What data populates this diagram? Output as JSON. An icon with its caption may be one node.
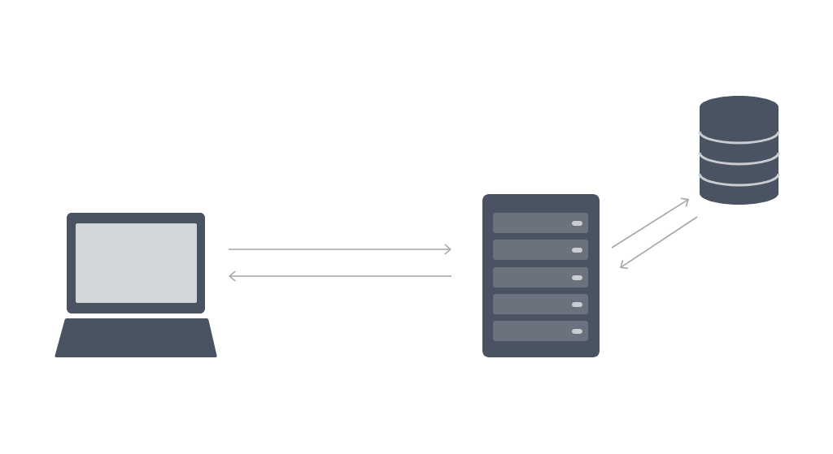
{
  "diagram": {
    "nodes": [
      {
        "text": [],
        "shape": "laptop"
      },
      {
        "text": [],
        "shape": "server"
      },
      {
        "text": [],
        "shape": "cylinder"
      }
    ],
    "edges": [
      {
        "from": 0,
        "to": 1,
        "arrow": "to"
      },
      {
        "from": 1,
        "to": 0,
        "arrow": "to"
      },
      {
        "from": 1,
        "to": 2,
        "arrow": "to"
      },
      {
        "from": 2,
        "to": 1,
        "arrow": "to"
      }
    ]
  }
}
